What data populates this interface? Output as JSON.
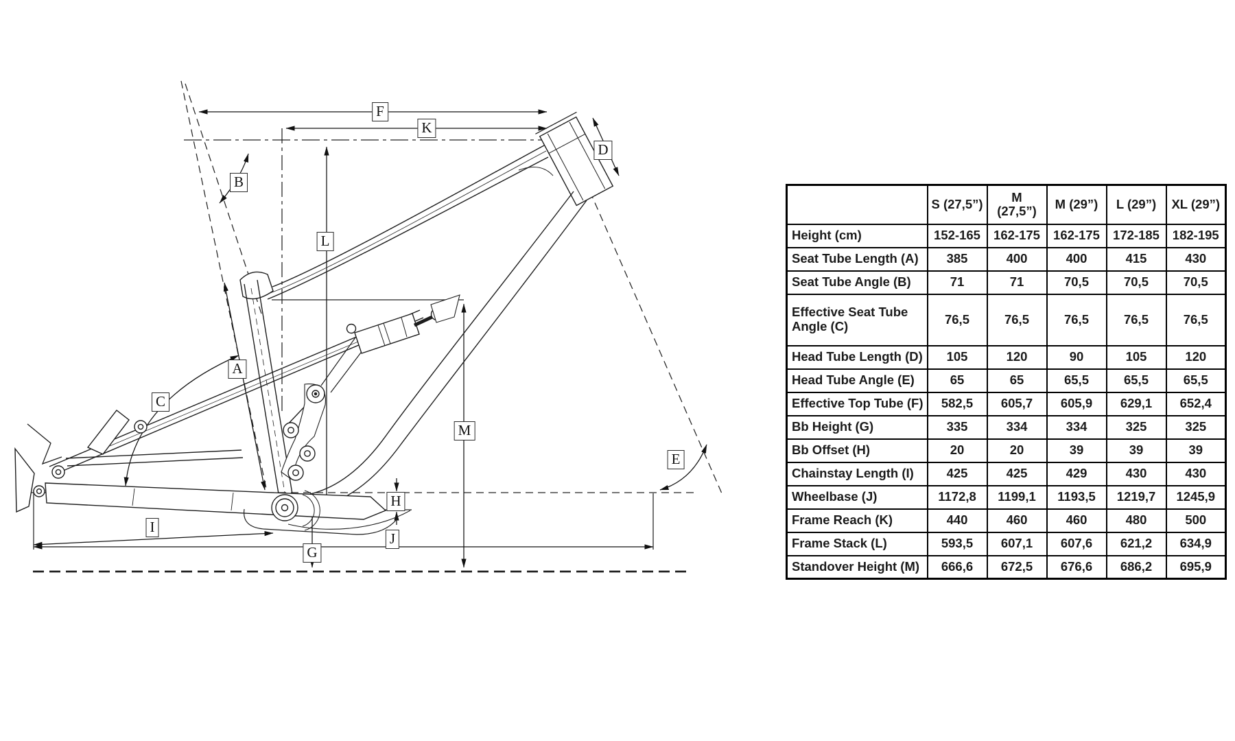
{
  "diagram": {
    "description": "Full-suspension bicycle frame geometry drawing",
    "labels": [
      "F",
      "K",
      "B",
      "A",
      "C",
      "L",
      "D",
      "M",
      "E",
      "G",
      "H",
      "I",
      "J"
    ]
  },
  "table": {
    "columns": [
      "",
      "S (27,5”)",
      "M\n(27,5”)",
      "M (29”)",
      "L (29”)",
      "XL (29”)"
    ],
    "rows": [
      {
        "label": "Height (cm)",
        "tall": false,
        "values": [
          "152-165",
          "162-175",
          "162-175",
          "172-185",
          "182-195"
        ]
      },
      {
        "label": "Seat Tube Length (A)",
        "tall": false,
        "values": [
          "385",
          "400",
          "400",
          "415",
          "430"
        ]
      },
      {
        "label": "Seat Tube Angle (B)",
        "tall": false,
        "values": [
          "71",
          "71",
          "70,5",
          "70,5",
          "70,5"
        ]
      },
      {
        "label": "Effective Seat Tube Angle (C)",
        "tall": true,
        "values": [
          "76,5",
          "76,5",
          "76,5",
          "76,5",
          "76,5"
        ]
      },
      {
        "label": "Head Tube Length (D)",
        "tall": false,
        "values": [
          "105",
          "120",
          "90",
          "105",
          "120"
        ]
      },
      {
        "label": "Head Tube Angle (E)",
        "tall": false,
        "values": [
          "65",
          "65",
          "65,5",
          "65,5",
          "65,5"
        ]
      },
      {
        "label": "Effective Top Tube (F)",
        "tall": false,
        "values": [
          "582,5",
          "605,7",
          "605,9",
          "629,1",
          "652,4"
        ]
      },
      {
        "label": "Bb Height (G)",
        "tall": false,
        "values": [
          "335",
          "334",
          "334",
          "325",
          "325"
        ]
      },
      {
        "label": "Bb Offset (H)",
        "tall": false,
        "values": [
          "20",
          "20",
          "39",
          "39",
          "39"
        ]
      },
      {
        "label": "Chainstay Length (I)",
        "tall": false,
        "values": [
          "425",
          "425",
          "429",
          "430",
          "430"
        ]
      },
      {
        "label": "Wheelbase (J)",
        "tall": false,
        "values": [
          "1172,8",
          "1199,1",
          "1193,5",
          "1219,7",
          "1245,9"
        ]
      },
      {
        "label": "Frame Reach (K)",
        "tall": false,
        "values": [
          "440",
          "460",
          "460",
          "480",
          "500"
        ]
      },
      {
        "label": "Frame Stack (L)",
        "tall": false,
        "values": [
          "593,5",
          "607,1",
          "607,6",
          "621,2",
          "634,9"
        ]
      },
      {
        "label": "Standover Height (M)",
        "tall": false,
        "values": [
          "666,6",
          "672,5",
          "676,6",
          "686,2",
          "695,9"
        ]
      }
    ]
  }
}
